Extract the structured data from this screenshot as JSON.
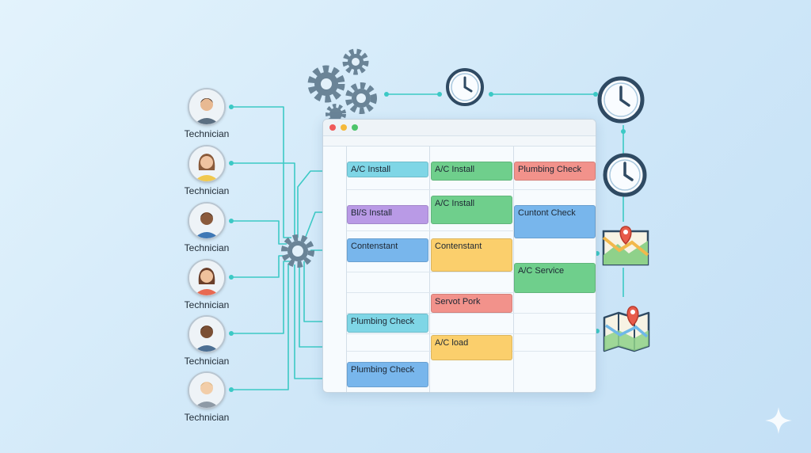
{
  "technicians": [
    {
      "label": "Technician",
      "avatar": "male-avatar-icon"
    },
    {
      "label": "Technician",
      "avatar": "female-avatar-icon"
    },
    {
      "label": "Technician",
      "avatar": "male-avatar-icon"
    },
    {
      "label": "Technician",
      "avatar": "female-avatar-icon"
    },
    {
      "label": "Technician",
      "avatar": "male-avatar-icon"
    },
    {
      "label": "Technician",
      "avatar": "male-avatar-icon"
    }
  ],
  "tasks": [
    {
      "label": "A/C Install",
      "color": "#7fd6e6"
    },
    {
      "label": "A/C Install",
      "color": "#6fcf8c"
    },
    {
      "label": "Plumbing Check",
      "color": "#f2928b"
    },
    {
      "label": "A/C Install",
      "color": "#6fcf8c"
    },
    {
      "label": "Bl/S Install",
      "color": "#b99ae6"
    },
    {
      "label": "Cuntont Check",
      "color": "#78b6ec"
    },
    {
      "label": "Contenstant",
      "color": "#78b6ec"
    },
    {
      "label": "Contenstant",
      "color": "#fbcf6c"
    },
    {
      "label": "A/C Service",
      "color": "#6fcf8c"
    },
    {
      "label": "Servot Pork",
      "color": "#f2928b"
    },
    {
      "label": "Plumbing Check",
      "color": "#7fd6e6"
    },
    {
      "label": "A/C load",
      "color": "#fbcf6c"
    },
    {
      "label": "Plumbing Check",
      "color": "#78b6ec"
    }
  ],
  "icons": {
    "gears": "gear-icon",
    "hub": "gear-icon",
    "clock": "clock-icon",
    "map_pin": "map-pin-icon",
    "map": "folded-map-icon",
    "watermark": "sparkle-icon"
  },
  "colors": {
    "connector": "#3cc9c5",
    "gear": "#6a8497",
    "clock_ring": "#2f4a63",
    "window_dots": [
      "#f05a5a",
      "#f5b93a",
      "#4cc46a"
    ]
  }
}
